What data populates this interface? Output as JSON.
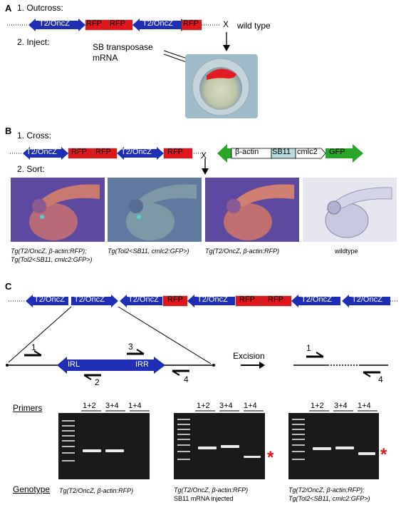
{
  "panels": {
    "a": {
      "letter": "A",
      "step1": "1. Outcross:",
      "step2": "2. Inject:",
      "construct": [
        "T2/OncZ",
        "RFP",
        "RFP",
        "T2/OncZ",
        "RFP"
      ],
      "cross_symbol": "X",
      "wild_type": "wild type",
      "injection_label_line1": "SB transposase",
      "injection_label_line2": "mRNA"
    },
    "b": {
      "letter": "B",
      "step1": "1. Cross:",
      "step2": "2. Sort:",
      "construct": [
        "T2/OncZ",
        "RFP",
        "RFP",
        "T2/OncZ",
        "RFP"
      ],
      "cross_symbol": "X",
      "transgene": [
        "β-actin",
        "SB11",
        "cmlc2",
        "GFP"
      ],
      "photo_captions": [
        "Tg(T2/OncZ, β-actin:RFP);",
        "Tg(Tol2<SB11, cmlc2:GFP>)",
        "Tg(Tol2<SB11, cmlc2:GFP>)",
        "Tg(T2/OncZ, β-actin:RFP)",
        "wildtype"
      ]
    },
    "c": {
      "letter": "C",
      "construct": [
        "T2/OncZ",
        "T2/OncZ",
        "T2/OncZ",
        "RFP",
        "T2/OncZ",
        "RFP",
        "RFP",
        "T2/OncZ",
        "T2/OncZ"
      ],
      "irl": "IRL",
      "irr": "IRR",
      "primers_numbers": [
        "1",
        "2",
        "3",
        "4"
      ],
      "excision": "Excision",
      "excised_primers": [
        "1",
        "4"
      ],
      "primers_label": "Primers",
      "genotype_label": "Genotype",
      "lane_labels": [
        "1+2",
        "3+4",
        "1+4"
      ],
      "star": "*",
      "genotype_1": "Tg(T2/OncZ, β-actin:RFP)",
      "genotype_2_line1": "Tg(T2/OncZ, β-actin:RFP)",
      "genotype_2_line2": "SB11 mRNA injected",
      "genotype_3_line1": "Tg(T2/OncZ, β-actin:RFP);",
      "genotype_3_line2": "Tg(Tol2<SB11, cmlc2:GFP>)"
    }
  },
  "colors": {
    "transposon_blue": "#1f2fb5",
    "rfp_red": "#e0161b",
    "gfp_green": "#2aa52a",
    "sb11_teal": "#b7dde0",
    "star_red": "#e0161b"
  }
}
